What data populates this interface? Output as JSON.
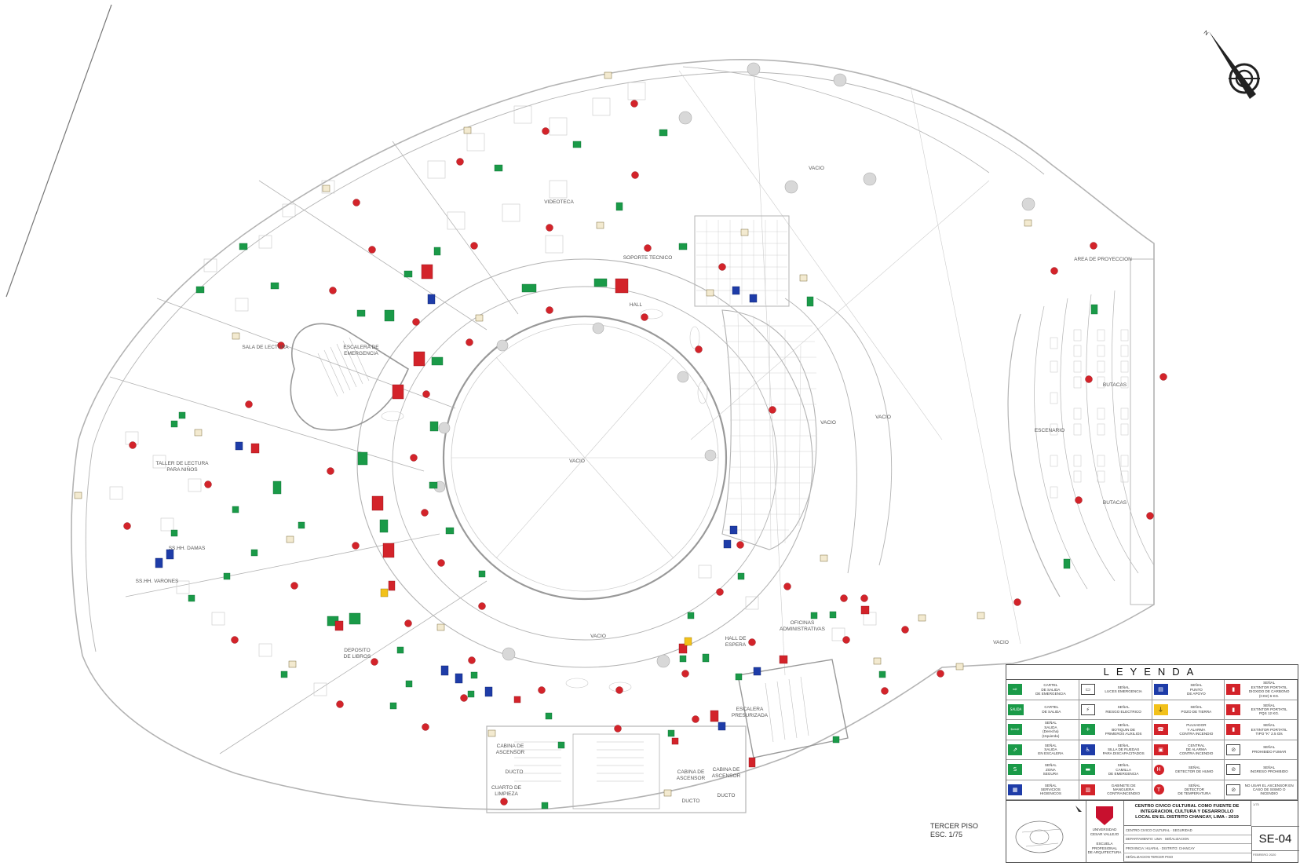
{
  "drawing": {
    "floor_label": "TERCER PISO",
    "scale_label": "ESC. 1/75",
    "north_label": "N",
    "void_label": "VACIO",
    "room_labels": [
      {
        "text": "ESCALERA DE EMERGENCIA",
        "kind": "room"
      },
      {
        "text": "ESCALERA PRESURIZADA",
        "kind": "room"
      },
      {
        "text": "TALLER DE LECTURA PARA NIÑOS",
        "kind": "room"
      },
      {
        "text": "SALA DE LECTURA",
        "kind": "room"
      },
      {
        "text": "DEPOSITO DE LIBROS",
        "kind": "room"
      },
      {
        "text": "SOPORTE TECNICO",
        "kind": "room"
      },
      {
        "text": "VIDEOTECA",
        "kind": "room"
      },
      {
        "text": "SS.HH. DAMAS",
        "kind": "room"
      },
      {
        "text": "SS.HH. VARONES",
        "kind": "room"
      },
      {
        "text": "HALL",
        "kind": "room"
      },
      {
        "text": "HALL DE ESPERA",
        "kind": "room"
      },
      {
        "text": "OFICINAS ADMINISTRATIVAS",
        "kind": "room"
      },
      {
        "text": "BUTACAS",
        "kind": "room"
      },
      {
        "text": "ESCENARIO",
        "kind": "room"
      },
      {
        "text": "AREA DE PROYECCION",
        "kind": "room"
      },
      {
        "text": "CABINA DE ASCENSOR",
        "kind": "room"
      },
      {
        "text": "CUARTO DE LIMPIEZA",
        "kind": "room"
      },
      {
        "text": "DUCTO",
        "kind": "room"
      }
    ]
  },
  "legend": {
    "title": "LEYENDA",
    "items": [
      {
        "symbol": "exit-arrow",
        "color": "green",
        "glyph": "⇨",
        "text": "CARTEL\nDE SALIDA\nDE EMERGENCIA"
      },
      {
        "symbol": "emergency-light",
        "color": "white",
        "glyph": "▭",
        "text": "SEÑAL\nLUCES EMERGENCIA"
      },
      {
        "symbol": "support-point",
        "color": "blue",
        "glyph": "▤",
        "text": "SEÑAL\nPUNTO\nDE APOYO"
      },
      {
        "symbol": "fire-extinguisher-co2",
        "color": "red",
        "glyph": "▮",
        "text": "SEÑAL\nEXTINTOR PORTATIL\nDIOXIDO DE CARBONO\n(CO2) 6 KG."
      },
      {
        "symbol": "exit",
        "color": "green",
        "glyph": "SALIDA",
        "text": "CARTEL\nDE SALIDA"
      },
      {
        "symbol": "electric-risk",
        "color": "white",
        "glyph": "⚡",
        "text": "SEÑAL\nRIESGO ELECTRICO"
      },
      {
        "symbol": "ground",
        "color": "yellow",
        "glyph": "⏚",
        "text": "SEÑAL\nPOZO DE TIERRA"
      },
      {
        "symbol": "fire-extinguisher-pqs",
        "color": "red",
        "glyph": "▮",
        "text": "SEÑAL\nEXTINTOR PORTATIL\nPQS 12 KG."
      },
      {
        "symbol": "exit-direction",
        "color": "green",
        "glyph": "⇦⇨",
        "text": "SEÑAL\nSALIDA\n(Derecha)\n(Izquierda)"
      },
      {
        "symbol": "first-aid",
        "color": "green",
        "glyph": "+",
        "text": "SEÑAL\nBOTIQUIN DE\nPRIMEROS AUXILIOS"
      },
      {
        "symbol": "fire-alarm-pull",
        "color": "red",
        "glyph": "☎",
        "text": "PULSADOR\nY ALARMA\nCONTRA INCENDIO"
      },
      {
        "symbol": "fire-extinguisher-k",
        "color": "red",
        "glyph": "▮",
        "text": "SEÑAL\nEXTINTOR PORTATIL\nTIPO \"K\" 2.5 Gls"
      },
      {
        "symbol": "stair-exit",
        "color": "green",
        "glyph": "⇗",
        "text": "SEÑAL\nSALIDA\nEN ESCALERA"
      },
      {
        "symbol": "wheelchair",
        "color": "blue",
        "glyph": "♿",
        "text": "SEÑAL\nSILLA DE RUEDAS\nPARA DISCAPACITADOS"
      },
      {
        "symbol": "alarm-central",
        "color": "red",
        "glyph": "▣",
        "text": "CENTRAL\nDE ALARMA\nCONTRA INCENDIO"
      },
      {
        "symbol": "no-smoking",
        "color": "white",
        "glyph": "⊘",
        "text": "SEÑAL\nPROHIBIDO FUMAR"
      },
      {
        "symbol": "safe-zone",
        "color": "green",
        "glyph": "S",
        "text": "SEÑAL\nZONA\nSEGURA"
      },
      {
        "symbol": "stretcher",
        "color": "green",
        "glyph": "▬",
        "text": "SEÑAL\nCAMILLA\nDE EMERGENCIA"
      },
      {
        "symbol": "smoke-detector",
        "color": "red-circle",
        "glyph": "H",
        "text": "SEÑAL\nDETECTOR DE HUMO"
      },
      {
        "symbol": "no-entry",
        "color": "white",
        "glyph": "⊘",
        "text": "SEÑAL\nINGRESO PROHIBIDO"
      },
      {
        "symbol": "restrooms",
        "color": "blue",
        "glyph": "▦",
        "text": "SEÑAL\nSERVICIOS\nHIGIENICOS"
      },
      {
        "symbol": "fire-hose-cabinet",
        "color": "red",
        "glyph": "▥",
        "text": "GABINETE DE\nMANGUERA\nCONTRAINCENDIO"
      },
      {
        "symbol": "temperature-detector",
        "color": "red-circle",
        "glyph": "T",
        "text": "SEÑAL\nDETECTOR\nDE TEMPERATURA"
      },
      {
        "symbol": "no-elevator",
        "color": "white",
        "glyph": "⊘",
        "text": "NO USAR EL ASCENSOR EN\nCASO DE SISMO O\nINCENDIO"
      }
    ]
  },
  "title_block": {
    "university": "UNIVERSIDAD\nCESAR VALLEJO",
    "school": "ESCUELA PROFESIONAL\nDE ARQUITECTURA",
    "project": "CENTRO CIVICO CULTURAL COMO FUENTE DE\nINTEGRACION, CULTURA Y DESARROLLO\nLOCAL EN EL DISTRITO CHANCAY, LIMA - 2019",
    "rows": [
      "CENTRO CIVICO CULTURAL · SEGURIDAD",
      "DEPARTAMENTO: LIMA · SEÑALIZACION",
      "PROVINCIA: HUARAL · DISTRITO: CHANCAY",
      "SEÑALIZACION TERCER PISO"
    ],
    "scale": "1/75",
    "sheet": "SE-04",
    "date": "FEBRERO 2020"
  },
  "colors": {
    "line": "#b9b9b9",
    "line_dark": "#8a8a8a",
    "exit_green": "#1a9a48",
    "fire_red": "#d3232a",
    "info_blue": "#1e3ca8",
    "warning_yellow": "#f2c11a"
  }
}
